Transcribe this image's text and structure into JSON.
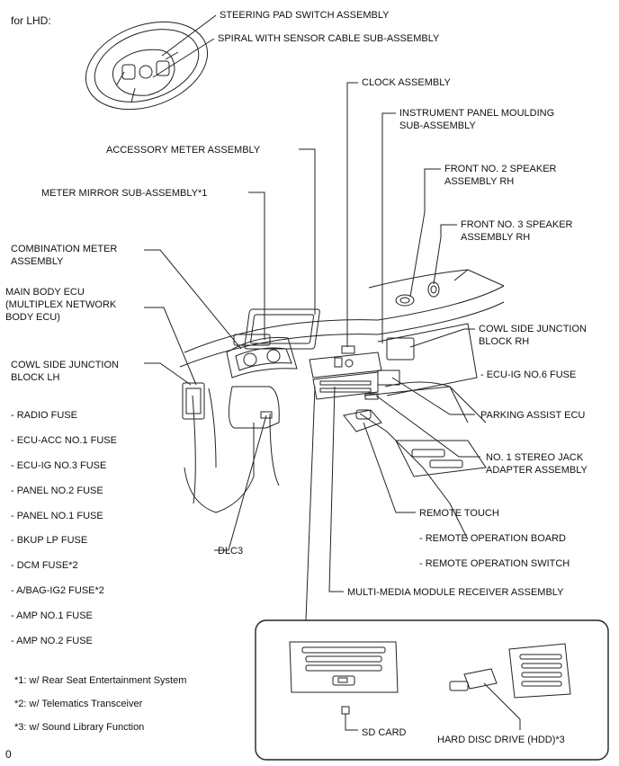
{
  "header": "for LHD:",
  "labels": {
    "steering_pad_switch": "STEERING PAD SWITCH ASSEMBLY",
    "spiral_cable": "SPIRAL WITH SENSOR CABLE SUB-ASSEMBLY",
    "clock": "CLOCK ASSEMBLY",
    "instrument_panel_moulding_1": "INSTRUMENT PANEL MOULDING",
    "instrument_panel_moulding_2": "SUB-ASSEMBLY",
    "accessory_meter": "ACCESSORY METER ASSEMBLY",
    "front_no2_speaker_1": "FRONT NO. 2 SPEAKER",
    "front_no2_speaker_2": "ASSEMBLY RH",
    "meter_mirror": "METER MIRROR SUB-ASSEMBLY*1",
    "front_no3_speaker_1": "FRONT NO. 3 SPEAKER",
    "front_no3_speaker_2": "ASSEMBLY RH",
    "combination_meter_1": "COMBINATION METER",
    "combination_meter_2": "ASSEMBLY",
    "main_body_ecu_1": "MAIN BODY ECU",
    "main_body_ecu_2": "(MULTIPLEX NETWORK",
    "main_body_ecu_3": "BODY ECU)",
    "cowl_side_rh_1": "COWL SIDE JUNCTION",
    "cowl_side_rh_2": "BLOCK RH",
    "cowl_side_lh_1": "COWL SIDE JUNCTION",
    "cowl_side_lh_2": "BLOCK LH",
    "ecu_ig_no6_fuse": "- ECU-IG NO.6 FUSE",
    "parking_assist_ecu": "PARKING ASSIST ECU",
    "stereo_jack_1": "NO. 1 STEREO JACK",
    "stereo_jack_2": "ADAPTER ASSEMBLY",
    "remote_touch": "REMOTE TOUCH",
    "remote_operation_board": "- REMOTE OPERATION BOARD",
    "remote_operation_switch": "- REMOTE OPERATION SWITCH",
    "dlc3": "DLC3",
    "multimedia_receiver": "MULTI-MEDIA MODULE RECEIVER ASSEMBLY",
    "sd_card": "SD CARD",
    "hdd": "HARD DISC DRIVE (HDD)*3"
  },
  "lh_fuses": [
    "- RADIO FUSE",
    "- ECU-ACC NO.1 FUSE",
    "- ECU-IG NO.3 FUSE",
    "- PANEL NO.2 FUSE",
    "- PANEL NO.1 FUSE",
    "- BKUP LP FUSE",
    "- DCM FUSE*2",
    "- A/BAG-IG2 FUSE*2",
    "- AMP NO.1 FUSE",
    "- AMP NO.2 FUSE"
  ],
  "footnotes": [
    "*1: w/ Rear Seat Entertainment System",
    "*2: w/ Telematics Transceiver",
    "*3: w/ Sound Library Function"
  ],
  "corner_mark": "0"
}
